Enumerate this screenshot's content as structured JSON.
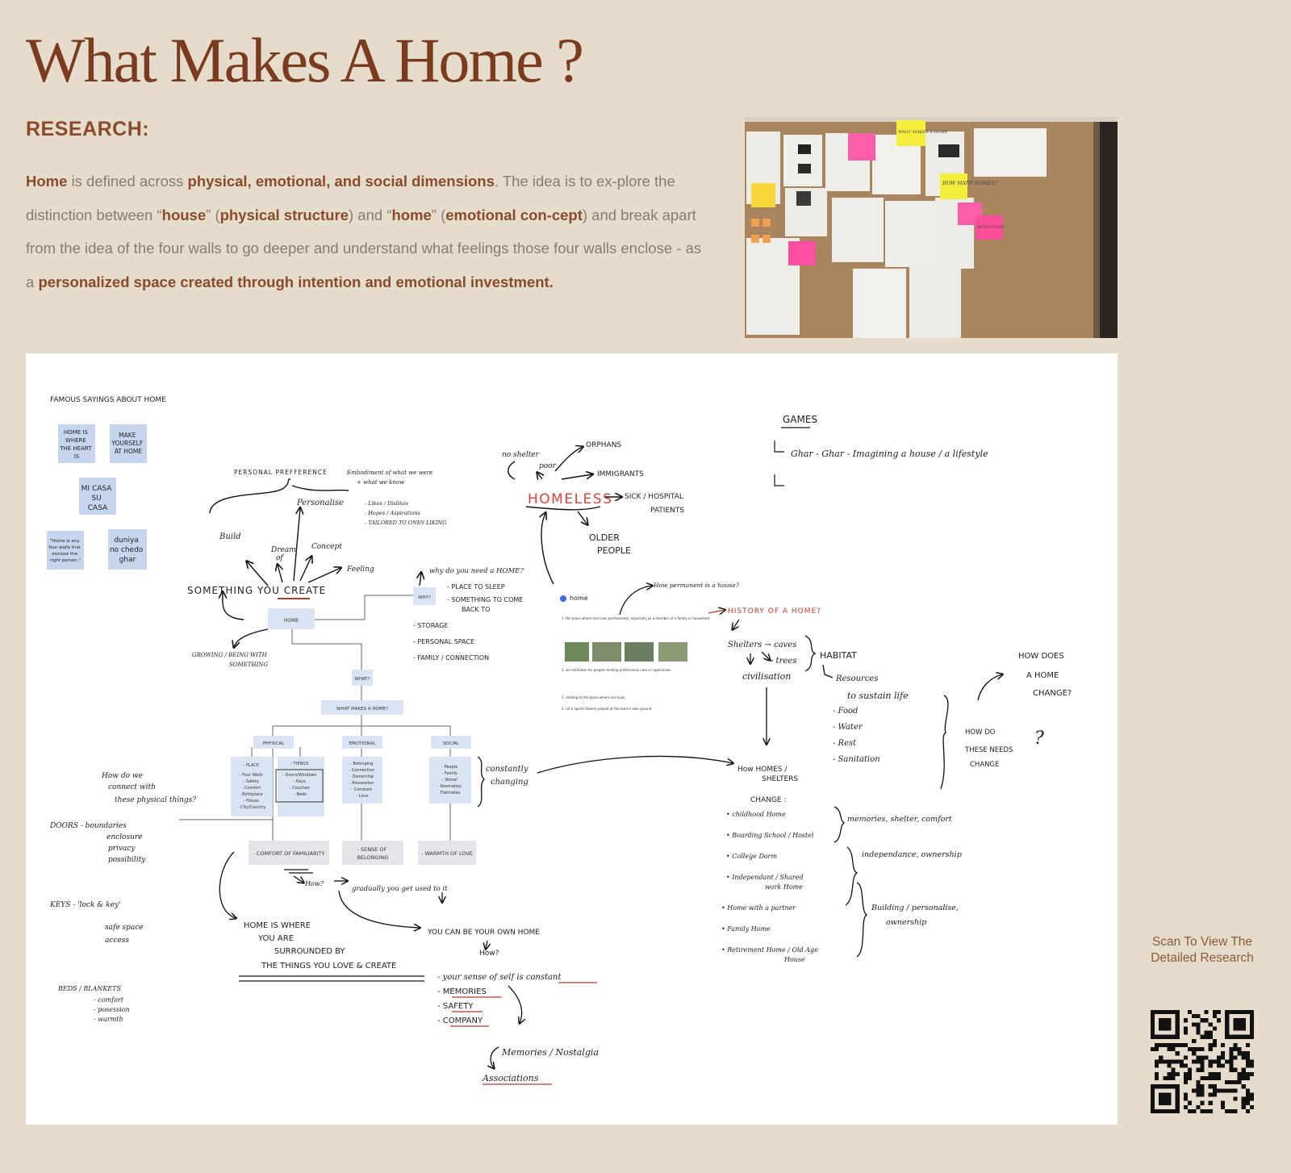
{
  "page": {
    "title": "What Makes A Home ?",
    "section_heading": "RESEARCH:"
  },
  "intro": [
    {
      "t": "Home",
      "b": true
    },
    {
      "t": " is defined across ",
      "b": false
    },
    {
      "t": "physical, emotional, and social dimensions",
      "b": true
    },
    {
      "t": ". The idea is to ex-plore the distinction between “",
      "b": false
    },
    {
      "t": "house",
      "b": true
    },
    {
      "t": "” (",
      "b": false
    },
    {
      "t": "physical structure",
      "b": true
    },
    {
      "t": ") and “",
      "b": false
    },
    {
      "t": "home",
      "b": true
    },
    {
      "t": "” (",
      "b": false
    },
    {
      "t": "emotional con-cept",
      "b": true
    },
    {
      "t": ") and break apart from the idea of the four walls to go deeper and understand what feelings those four walls enclose - as a ",
      "b": false
    },
    {
      "t": "personalized space created through intention and emotional investment.",
      "b": true
    }
  ],
  "photo": {
    "notes": [
      "HOW MANY HOMES?",
      "REPETITION",
      "WHAT MAKES A HOME"
    ]
  },
  "qr": {
    "caption": "Scan To View The Detailed Research"
  },
  "board": {
    "sayings": {
      "heading": "FAMOUS SAYINGS ABOUT HOME",
      "cards": [
        [
          "HOME IS",
          "WHERE",
          "THE HEART",
          "IS"
        ],
        [
          "MAKE",
          "YOURSELF",
          "AT HOME"
        ],
        [
          "MI CASA",
          "SU",
          "CASA"
        ],
        [
          "\"Home is any",
          "four walls that",
          "enclose the",
          "right person.\""
        ],
        [
          "duniya",
          "no chedo",
          "ghar"
        ]
      ]
    },
    "flow": {
      "home": "HOME",
      "why": "WHY?",
      "what": "WHAT?",
      "what_makes": "WHAT MAKES A HOME?",
      "physical": "PHYSICAL",
      "emotional": "EMOTIONAL",
      "social": "SOCIAL",
      "physical_place": [
        "- PLACE",
        "- Four Walls",
        "- Safety",
        "- Comfort",
        "- Birthplace",
        "- House",
        "- City/Country"
      ],
      "physical_things": [
        "- THINGS",
        "- Doors/Windows",
        "- Keys",
        "- Couches",
        "- Beds"
      ],
      "emotional_list": [
        "- Belonging",
        "- Connection",
        "- Ownership",
        "- Possession",
        "- Constant",
        "- Love"
      ],
      "social_list": [
        "- People",
        "- Family",
        "- 'Alone'",
        "- Roomates/",
        "Flatmates"
      ],
      "comfort": "- COMFORT OF FAMILIARITY",
      "belonging": [
        "- SENSE OF",
        "BELONGING"
      ],
      "warmth": "- WARMTH OF LOVE"
    },
    "notes": {
      "personal_pref": "PERSONAL PREFFERENCE",
      "embodiment": [
        "Embodiment of what we were",
        "+ what we know"
      ],
      "likes": [
        "- Likes / Dislikes",
        "- Hopes / Aspirations",
        "- TAILORED TO ONES LIKING"
      ],
      "personalise": "Personalise",
      "build": "Build",
      "dream": [
        "Dream",
        "of"
      ],
      "concept": "Concept",
      "feeling": "Feeling",
      "create": "SOMETHING YOU CREATE",
      "growing": [
        "GROWING / BEING WITH",
        "SOMETHING"
      ],
      "why_need": "why do you need a HOME?",
      "why_list": [
        "- PLACE TO SLEEP",
        "- SOMETHING TO COME",
        "BACK TO",
        "- STORAGE",
        "- PERSONAL SPACE",
        "- FAMILY / CONNECTION"
      ],
      "no_shelter": "no shelter",
      "poor": "poor",
      "orphans": "ORPHANS",
      "immigrants": "IMMIGRANTS",
      "homeless": "HOMELESS",
      "sick": [
        "SICK / HOSPITAL",
        "PATIENTS"
      ],
      "older": [
        "OLDER",
        "PEOPLE"
      ],
      "permanent": "How permanent is a house?",
      "history": "HISTORY OF A HOME?",
      "habitat": [
        "Shelters → caves",
        "→ trees",
        "civilisation",
        "HABITAT",
        "Resources",
        "to sustain life",
        "- Food",
        "- Water",
        "- Rest",
        "- Sanitation"
      ],
      "how_change": [
        "How HOMES /",
        "SHELTERS",
        "CHANGE :"
      ],
      "needs": [
        "HOW DO",
        "THESE NEEDS",
        "CHANGE"
      ],
      "how_does": [
        "HOW DOES",
        "A HOME",
        "CHANGE?"
      ],
      "games": "GAMES",
      "ghar": "Ghar - Ghar - Imagining a house / a lifestyle",
      "stages": [
        "• childhood Home",
        "• Boarding School / Hostel",
        "• College Dorm",
        "• Independant / Shared",
        "work Home",
        "• Home with a partner",
        "• Family Home",
        "• Retirement Home / Old Age",
        "House"
      ],
      "stage_notes": [
        "memories, shelter, comfort",
        "independance, ownership",
        "Building / personalise,",
        "ownership"
      ],
      "connect": [
        "How do we",
        "connect with",
        "these physical things?"
      ],
      "doors": [
        "DOORS - boundaries",
        "enclosure",
        "privacy",
        "possibility"
      ],
      "keys": [
        "KEYS - 'lock & key'",
        "safe space",
        "access"
      ],
      "beds": [
        "BEDS / BLANKETS",
        "- comfort",
        "- posession",
        "- warmth"
      ],
      "constantly": [
        "constantly",
        "changing"
      ],
      "how": "How?",
      "gradually": "gradually you get used to it",
      "home_is": [
        "HOME IS WHERE",
        "YOU ARE",
        "SURROUNDED BY",
        "THE THINGS YOU LOVE & CREATE"
      ],
      "own_home": "YOU CAN BE YOUR OWN HOME",
      "how2": "How?",
      "self": "- your sense of self is constant",
      "memories": "- MEMORIES",
      "safety": "- SAFETY",
      "company": "- COMPANY",
      "nostalgia": "Memories / Nostalgia",
      "associations": "Associations"
    },
    "dictionary": {
      "word": "home",
      "lines": [
        "1. the place where one lives permanently, especially as a member of a family or household.",
        "2. an institution for people needing professional care or supervision.",
        "1. relating to the place where one lives.",
        "2. (of a sports fixture) played at the team's own ground."
      ]
    }
  },
  "colors": {
    "title": "#7a3b1e",
    "accent": "#8a4a2c",
    "card": "#c5d6ee",
    "red": "#d0463a"
  }
}
